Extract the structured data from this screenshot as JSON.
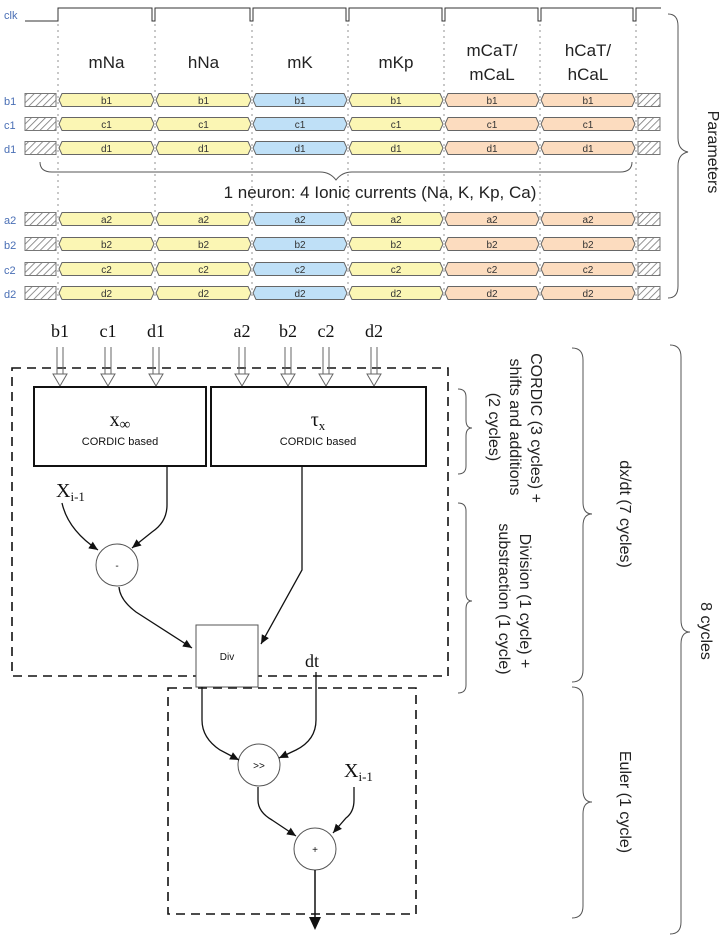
{
  "timing": {
    "clk_label": "clk",
    "columns": [
      "mNa",
      "hNa",
      "mK",
      "mKp",
      "mCaT/\nmCaL",
      "hCaT/\nhCaL"
    ],
    "column_colors": [
      "#fbf6b4",
      "#fbf6b4",
      "#bfe0f7",
      "#fbf6b4",
      "#fcdcbf",
      "#fcdcbf"
    ],
    "rows_top": [
      {
        "signal": "b1",
        "cell": "b1"
      },
      {
        "signal": "c1",
        "cell": "c1"
      },
      {
        "signal": "d1",
        "cell": "d1"
      }
    ],
    "rows_bottom": [
      {
        "signal": "a2",
        "cell": "a2"
      },
      {
        "signal": "b2",
        "cell": "b2"
      },
      {
        "signal": "c2",
        "cell": "c2"
      },
      {
        "signal": "d2",
        "cell": "d2"
      }
    ],
    "middle_text": "1 neuron: 4 Ionic currents (Na, K, Kp, Ca)",
    "parameters_label": "Parameters"
  },
  "pipeline": {
    "inputs_left": [
      "b1",
      "c1",
      "d1"
    ],
    "inputs_right": [
      "a2",
      "b2",
      "c2",
      "d2"
    ],
    "block_xinf": {
      "symbol": "x",
      "sub": "∞",
      "caption": "CORDIC based"
    },
    "block_tau": {
      "symbol": "τ",
      "sub": "x",
      "caption": "CORDIC based"
    },
    "x_prev": {
      "symbol": "X",
      "sub": "i-1"
    },
    "minus_op": "-",
    "div_label": "Div",
    "dt_label": "dt",
    "shift_op": ">>",
    "x_prev2": {
      "symbol": "X",
      "sub": "i-1"
    },
    "plus_op": "+"
  },
  "annotations": {
    "cordic": "CORDIC (3 cycles) +",
    "shifts_a": "shifts and additions",
    "shifts_b": "(2 cycles)",
    "division_a": "Division (1 cycle) +",
    "division_b": "substraction (1 cycle)",
    "dxdt": "dx/dt (7 cycles)",
    "euler": "Euler (1 cycle)",
    "total": "8 cycles"
  }
}
